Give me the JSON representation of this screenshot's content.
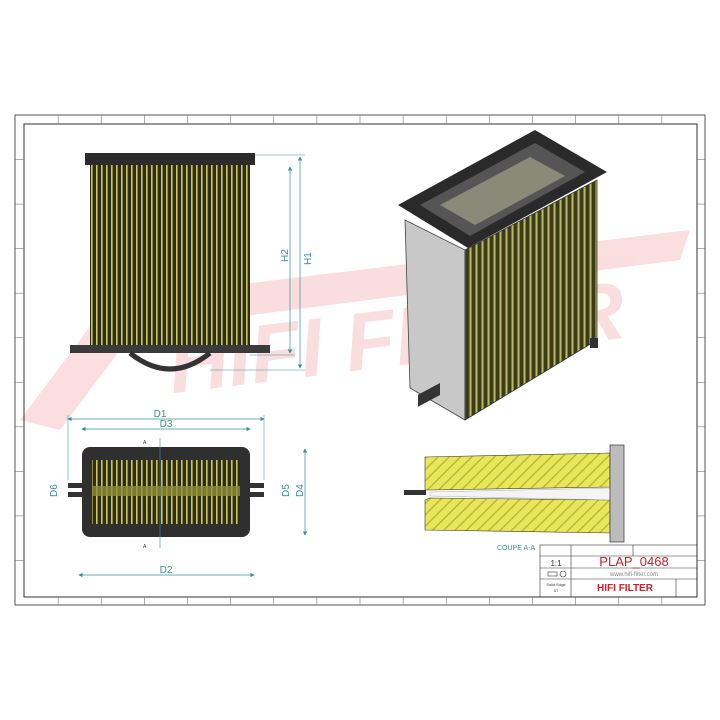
{
  "sheet": {
    "watermark": "HIFI FILTER",
    "colors": {
      "dimension": "#3a8f93",
      "brand_red": "#d0202a",
      "media_yellow": "#e8e65a",
      "frame": "#2b2b2b"
    }
  },
  "views": {
    "front": {
      "dims": {
        "h1": "H1",
        "h2": "H2"
      }
    },
    "top": {
      "dims": {
        "d1": "D1",
        "d2": "D2",
        "d3": "D3",
        "d4": "D4",
        "d5": "D5",
        "d6": "D6"
      },
      "section_mark": "A"
    },
    "section": {
      "label": "COUPE A-A"
    }
  },
  "title_block": {
    "scale": "1:1",
    "reference": "PLAP_0468",
    "website": "www.hifi-filter.com",
    "company": "HIFI FILTER",
    "solid_edge": "Solid Edge",
    "solid_edge_sub": "ST"
  }
}
